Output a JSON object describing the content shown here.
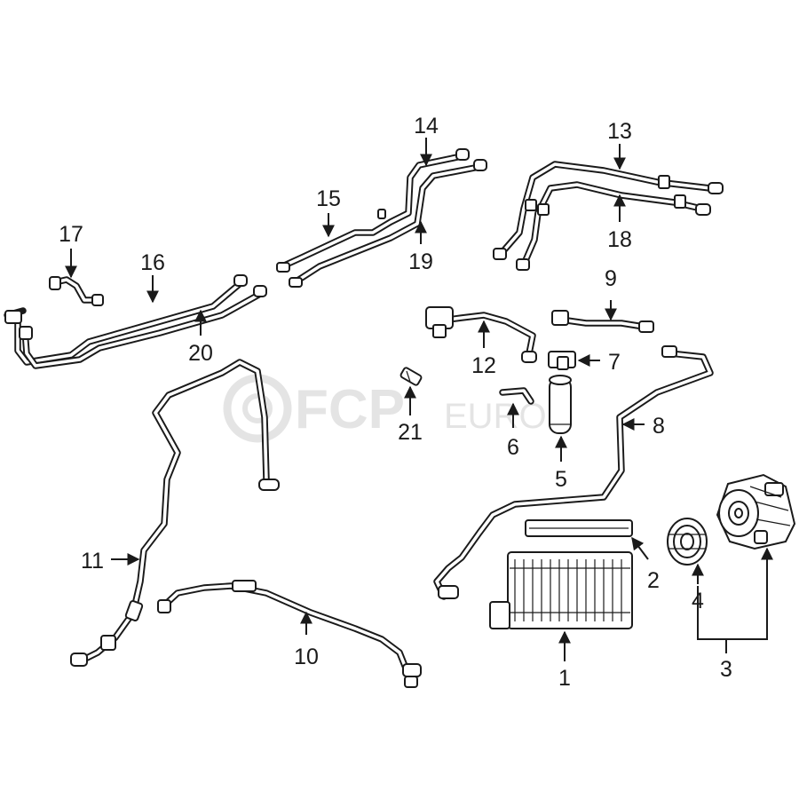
{
  "watermark": {
    "brand": "FCP",
    "suffix": "EURO"
  },
  "callouts": [
    {
      "id": "1",
      "label": "1"
    },
    {
      "id": "2",
      "label": "2"
    },
    {
      "id": "3",
      "label": "3"
    },
    {
      "id": "4",
      "label": "4"
    },
    {
      "id": "5",
      "label": "5"
    },
    {
      "id": "6",
      "label": "6"
    },
    {
      "id": "7",
      "label": "7"
    },
    {
      "id": "8",
      "label": "8"
    },
    {
      "id": "9",
      "label": "9"
    },
    {
      "id": "10",
      "label": "10"
    },
    {
      "id": "11",
      "label": "11"
    },
    {
      "id": "12",
      "label": "12"
    },
    {
      "id": "13",
      "label": "13"
    },
    {
      "id": "14",
      "label": "14"
    },
    {
      "id": "15",
      "label": "15"
    },
    {
      "id": "16",
      "label": "16"
    },
    {
      "id": "17",
      "label": "17"
    },
    {
      "id": "18",
      "label": "18"
    },
    {
      "id": "19",
      "label": "19"
    },
    {
      "id": "20",
      "label": "20"
    },
    {
      "id": "21",
      "label": "21"
    }
  ]
}
